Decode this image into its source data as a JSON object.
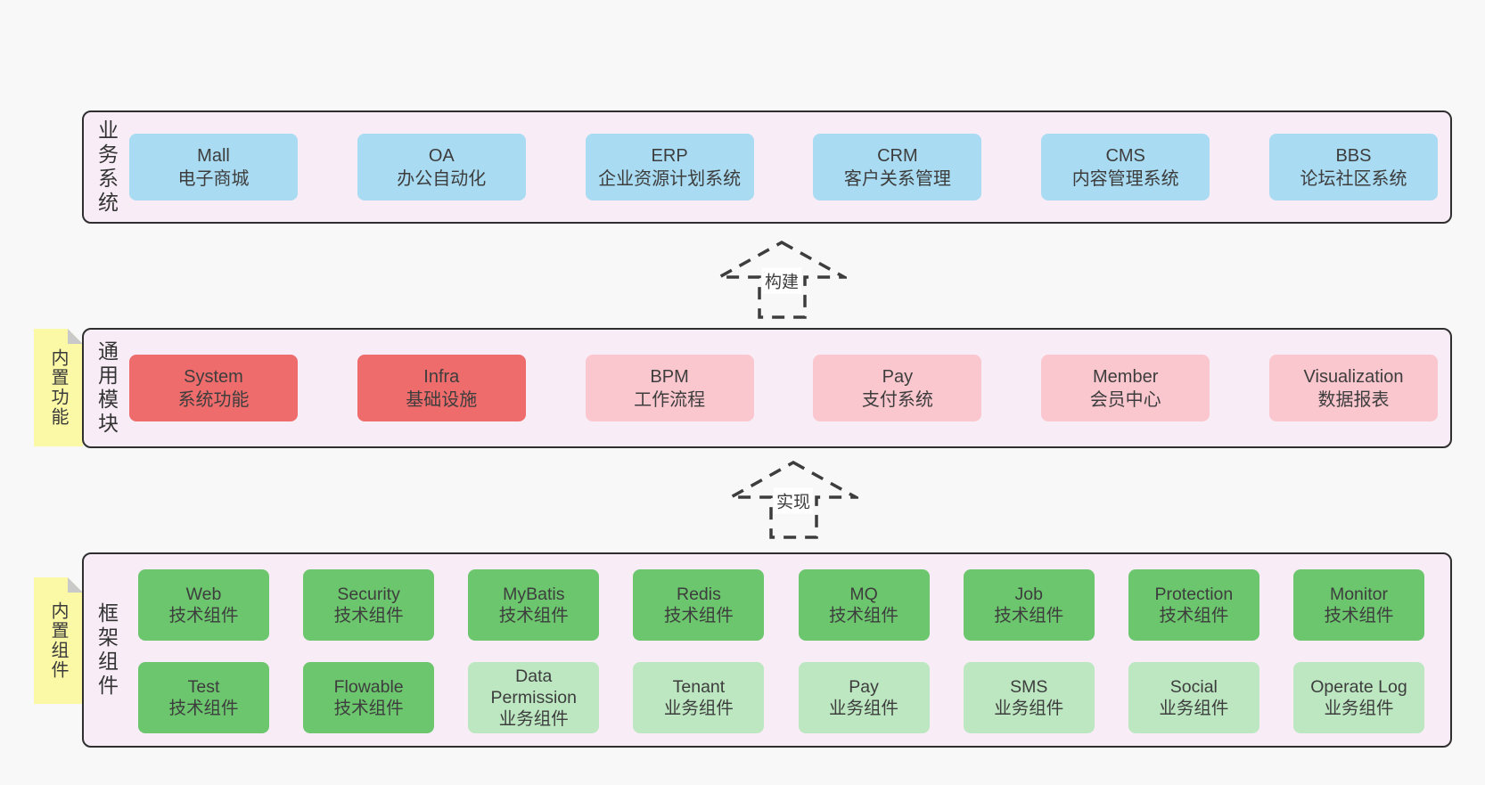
{
  "colors": {
    "page-bg": "#f8f8f8",
    "band-bg": "#f8edf6",
    "band-border": "#2f2f2f",
    "blue": "#a9dbf2",
    "red": "#ef6c6c",
    "pink": "#fbc7cf",
    "green": "#6cc66e",
    "green-light": "#bce7c1",
    "note-bg": "#fbf9a6",
    "note-fold": "#c9c9c9",
    "text": "#3d3d3d"
  },
  "arrows": [
    {
      "label": "构建"
    },
    {
      "label": "实现"
    }
  ],
  "bands": [
    {
      "label": "业务系统",
      "boxes": [
        {
          "title": "Mall",
          "subtitle": "电子商城"
        },
        {
          "title": "OA",
          "subtitle": "办公自动化"
        },
        {
          "title": "ERP",
          "subtitle": "企业资源计划系统"
        },
        {
          "title": "CRM",
          "subtitle": "客户关系管理"
        },
        {
          "title": "CMS",
          "subtitle": "内容管理系统"
        },
        {
          "title": "BBS",
          "subtitle": "论坛社区系统"
        }
      ]
    },
    {
      "label": "通用模块",
      "note": "内置功能",
      "boxes": [
        {
          "title": "System",
          "subtitle": "系统功能"
        },
        {
          "title": "Infra",
          "subtitle": "基础设施"
        },
        {
          "title": "BPM",
          "subtitle": "工作流程"
        },
        {
          "title": "Pay",
          "subtitle": "支付系统"
        },
        {
          "title": "Member",
          "subtitle": "会员中心"
        },
        {
          "title": "Visualization",
          "subtitle": "数据报表"
        }
      ]
    },
    {
      "label": "框架组件",
      "note": "内置组件",
      "rows": [
        [
          {
            "title": "Web",
            "subtitle": "技术组件"
          },
          {
            "title": "Security",
            "subtitle": "技术组件"
          },
          {
            "title": "MyBatis",
            "subtitle": "技术组件"
          },
          {
            "title": "Redis",
            "subtitle": "技术组件"
          },
          {
            "title": "MQ",
            "subtitle": "技术组件"
          },
          {
            "title": "Job",
            "subtitle": "技术组件"
          },
          {
            "title": "Protection",
            "subtitle": "技术组件"
          },
          {
            "title": "Monitor",
            "subtitle": "技术组件"
          }
        ],
        [
          {
            "title": "Test",
            "subtitle": "技术组件"
          },
          {
            "title": "Flowable",
            "subtitle": "技术组件"
          },
          {
            "title": "Data Permission",
            "subtitle": "业务组件"
          },
          {
            "title": "Tenant",
            "subtitle": "业务组件"
          },
          {
            "title": "Pay",
            "subtitle": "业务组件"
          },
          {
            "title": "SMS",
            "subtitle": "业务组件"
          },
          {
            "title": "Social",
            "subtitle": "业务组件"
          },
          {
            "title": "Operate Log",
            "subtitle": "业务组件"
          }
        ]
      ]
    }
  ]
}
